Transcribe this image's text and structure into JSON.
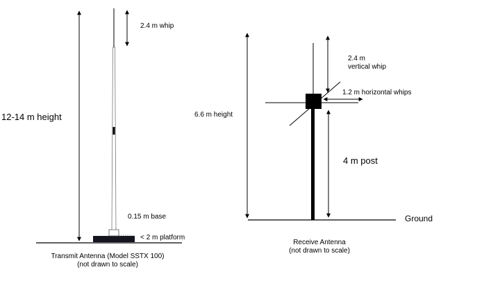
{
  "transmit": {
    "height_label": "12-14 m height",
    "whip_label": "2.4 m whip",
    "base_label": "0.15 m base",
    "platform_label": "< 2 m platform",
    "caption_line1": "Transmit Antenna (Model SSTX 100)",
    "caption_line2": "(not drawn to scale)"
  },
  "receive": {
    "height_label": "6.6 m height",
    "whip_label_line1": "2.4 m",
    "whip_label_line2": "vertical whip",
    "horizontal_label": "1.2 m horizontal whips",
    "post_label": "4 m post",
    "ground_label": "Ground",
    "caption_line1": "Receive Antenna",
    "caption_line2": "(not drawn to scale)"
  },
  "colors": {
    "line": "#000000",
    "platform": "#151520",
    "mast_outline": "#777777"
  }
}
